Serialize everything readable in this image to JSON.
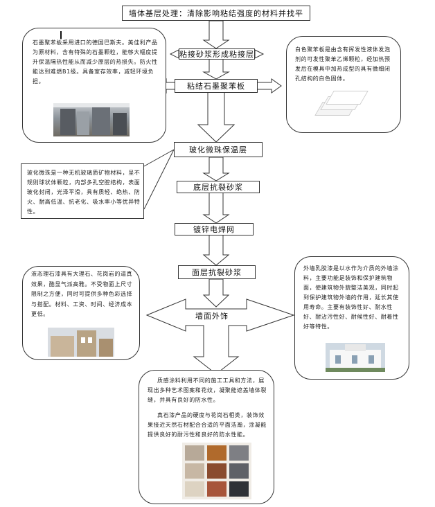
{
  "steps": {
    "s1": "墙体基层处理：清除影响粘结强度的材料并找平",
    "s2": "粘接砂浆形成粘接层",
    "s3": "粘结石墨聚苯板",
    "s4": "玻化微珠保温层",
    "s5": "底层抗裂砂浆",
    "s6": "镀锌电焊网",
    "s7": "面层抗裂砂浆",
    "s8": "墙面外饰"
  },
  "notes": {
    "graphite_eps": "石墨聚苯板采用进口的德国巴斯夫。美佳利产品为原材料，含有特殊的石墨颗粒，能够大幅度提升保温隔热性能从而减少原层的热损失。防火性能达到难燃B1级。具备室存效率，减轻环境负担。",
    "eps_def": "白色聚苯板是由含有挥发性液体发泡剂的可发性聚苯乙烯颗粒，经加热预发后在模具中加热成型的具有微细闭孔结构的白色固体。",
    "vitrified": "玻化微珠是一种无机玻璃质矿物材料，呈不规则球状体颗粒，内部多孔空腔结构，表面玻化封闭，光泽平滑，具有质轻、绝热、防火、耐高低温、抗老化、吸水率小等优异特性。",
    "stone_paint": "液态理石漆具有大理石、花岗岩的逼真效果，酷显气派高雅。不受物面上尺寸限制之方便，同时可提供多种色彩选择与搭配。材料、工资、时间、经济成本更低。",
    "latex_paint": "外墙乳胶漆是以水作为介质的外墙涂料，主要功能是装饰和保护建筑物面，使建筑物外貌整洁美观，同时起到保护建筑物外墙的作用，延长其使用寿命。主要有装饰性好、耐水性好、耐沾污性好、耐候性好、耐着性好等特性。",
    "texture_p1": "质感涂料利用不同的施工工具和方法，展现出多种艺术图案和花纹，凝聚能遮盖墙体裂缝，并具有良好的防水性。",
    "texture_p2": "真石漆产品的硬度与花岗石相类，装饰效果接近天然石材配合合适的平面浩瀚，涂凝能提供良好的耐污性和良好的防水性能。"
  },
  "icons": [
    "graphite-board-photo",
    "white-eps-photo",
    "stone-building-photo",
    "white-villa-photo",
    "texture-swatches-photo"
  ],
  "colors": {
    "line": "#333333",
    "swatches": [
      "#b7a998",
      "#b06a2c",
      "#7e7f84",
      "#c7b7a4",
      "#8a4b2e",
      "#5f6167",
      "#ddd3c2",
      "#a7553a",
      "#2f3136"
    ]
  }
}
